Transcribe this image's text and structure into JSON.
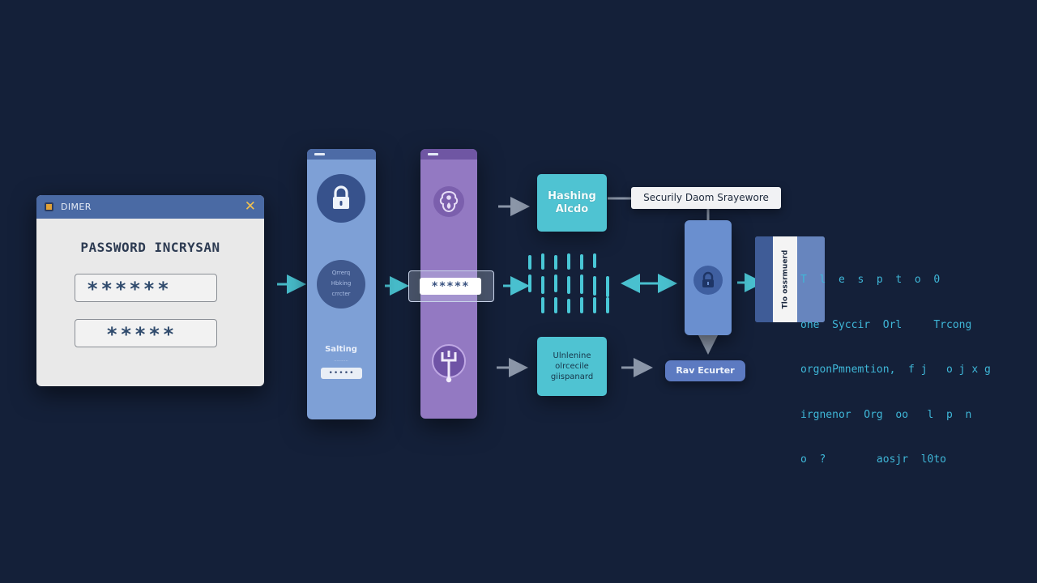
{
  "login": {
    "window_title": "DIMER",
    "heading": "PASSWORD INCRYSAN",
    "field1_value": "******",
    "field2_value": "*****"
  },
  "column1": {
    "query_lines": [
      "Qrrerq",
      "Hbking",
      "crrcter"
    ],
    "salting_label": "Salting",
    "salting_sub": "...........",
    "mini_field_value": "•••••"
  },
  "column2": {
    "masked_value": "*****"
  },
  "hashing": {
    "label": "Hashing\nAlcdo"
  },
  "unlinking": {
    "label": "Ulnlenine\nolrcecile\ngiispanard"
  },
  "callout": {
    "label": "Securily Daom Srayewore"
  },
  "raw_button": {
    "label": "Rav Ecurter"
  },
  "doc": {
    "label": "Tlo ossrmuerd"
  },
  "cipher_lines": [
    "T  l  e  s  p  t  o  0",
    "one  Syccir  Orl     Trcong",
    "orgonPmnemtion,  f j   o j x g",
    "irgnenor  Org  oo   l  p  n",
    "o  ?        aosjr  l0to"
  ],
  "colors": {
    "background": "#142039",
    "teal": "#4fc3d2",
    "blue_column": "#7ea0d6",
    "purple_column": "#9379c2",
    "arrow_teal": "#49c0cf",
    "arrow_gray": "#8b96a8"
  },
  "icons": {
    "lock": "padlock-icon",
    "query": "query-circle-icon",
    "shield": "shield-pattern-icon",
    "key": "key-icon",
    "vault_lock": "padlock-icon"
  }
}
